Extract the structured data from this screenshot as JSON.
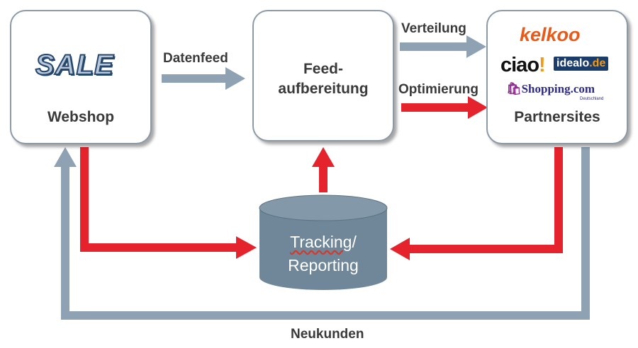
{
  "nodes": {
    "webshop": {
      "label": "Webshop",
      "logo_text": "SALE"
    },
    "feed": {
      "label_line1": "Feed-",
      "label_line2": "aufbereitung"
    },
    "partner": {
      "label": "Partnersites",
      "logos": {
        "kelkoo": "kelkoo",
        "ciao": "ciao",
        "ciao_mark": "!",
        "idealo": "idealo",
        "idealo_tld": ".de",
        "shopping": "Shopping.com",
        "shopping_sub": "Deutschland"
      }
    },
    "database": {
      "label_line1_word": "Tracking",
      "label_line1_suffix": "/",
      "label_line2": "Reporting"
    }
  },
  "edges": {
    "datenfeed": "Datenfeed",
    "verteilung": "Verteilung",
    "optimierung": "Optimierung",
    "neukunden": "Neukunden"
  },
  "colors": {
    "data_flow": "#8ea2b4",
    "feedback_flow": "#e5232d",
    "database": "#6f8798",
    "box_border": "#8c9aa6"
  }
}
